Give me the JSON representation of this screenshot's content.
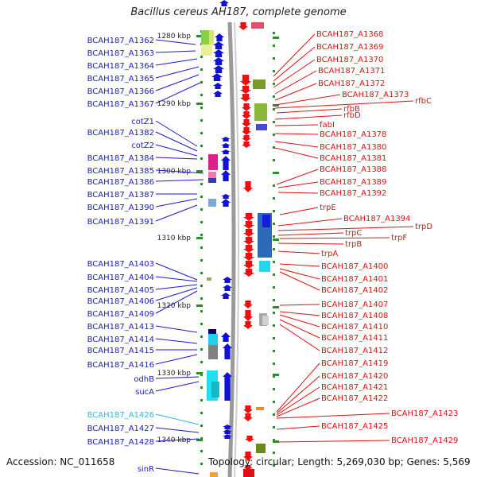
{
  "title": "Bacillus cereus AH187, complete genome",
  "footer": {
    "accession": "Accession: NC_011658",
    "topology": "Topology: circular; Length: 5,269,030 bp; Genes: 5,569"
  },
  "colors": {
    "left_label": "#1a1acc",
    "left_label_highlight": "#39b7d8",
    "right_label": "#e01010",
    "backbone": "#9a9a9a",
    "tick": "#2e8b2e",
    "forward_arrow": "#1010d8",
    "reverse_arrow": "#e81010"
  },
  "scale": {
    "labels": [
      "1280 kbp",
      "1290 kbp",
      "1300 kbp",
      "1310 kbp",
      "1320 kbp",
      "1330 kbp",
      "1340 kbp"
    ]
  },
  "left_genes": [
    "BCAH187_A1362",
    "BCAH187_A1363",
    "BCAH187_A1364",
    "BCAH187_A1365",
    "BCAH187_A1366",
    "BCAH187_A1367",
    "cotZ1",
    "BCAH187_A1382",
    "cotZ2",
    "BCAH187_A1384",
    "BCAH187_A1385",
    "BCAH187_A1386",
    "BCAH187_A1387",
    "BCAH187_A1390",
    "BCAH187_A1391",
    "BCAH187_A1403",
    "BCAH187_A1404",
    "BCAH187_A1405",
    "BCAH187_A1406",
    "BCAH187_A1409",
    "BCAH187_A1413",
    "BCAH187_A1414",
    "BCAH187_A1415",
    "BCAH187_A1416",
    "odhB",
    "sucA",
    "BCAH187_A1426",
    "BCAH187_A1427",
    "BCAH187_A1428",
    "sinR"
  ],
  "highlighted_left_gene": "BCAH187_A1426",
  "right_genes": [
    "BCAH187_A1368",
    "BCAH187_A1369",
    "BCAH187_A1370",
    "BCAH187_A1371",
    "BCAH187_A1372",
    "BCAH187_A1373",
    "rfbC",
    "rfbB",
    "rfbD",
    "fabI",
    "BCAH187_A1378",
    "BCAH187_A1380",
    "BCAH187_A1381",
    "BCAH187_A1388",
    "BCAH187_A1389",
    "BCAH187_A1392",
    "trpE",
    "BCAH187_A1394",
    "trpD",
    "trpC",
    "trpF",
    "trpB",
    "trpA",
    "BCAH187_A1400",
    "BCAH187_A1401",
    "BCAH187_A1402",
    "BCAH187_A1407",
    "BCAH187_A1408",
    "BCAH187_A1410",
    "BCAH187_A1411",
    "BCAH187_A1412",
    "BCAH187_A1419",
    "BCAH187_A1420",
    "BCAH187_A1421",
    "BCAH187_A1422",
    "BCAH187_A1423",
    "BCAH187_A1425",
    "BCAH187_A1429"
  ]
}
